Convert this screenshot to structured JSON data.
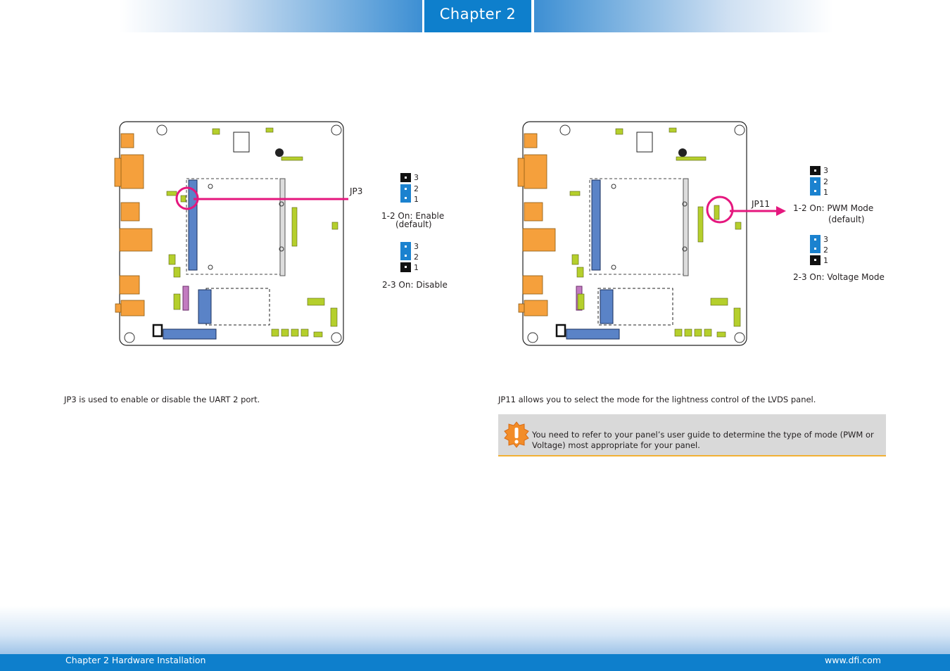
{
  "header": {
    "chapter": "Chapter 2"
  },
  "left_figure": {
    "jumper_name": "JP3",
    "pins": [
      "3",
      "2",
      "1"
    ],
    "option1": "1-2 On: Enable",
    "option1_note": "(default)",
    "option2": "2-3 On: Disable"
  },
  "right_figure": {
    "jumper_name": "JP11",
    "pins": [
      "3",
      "2",
      "1"
    ],
    "option1": "1-2 On: PWM Mode",
    "option1_note": "(default)",
    "option2": "2-3 On: Voltage Mode"
  },
  "left_text": "JP3 is used to enable or disable the UART 2 port.",
  "right_text": "JP11 allows you to select the mode for the lightness control of the LVDS panel.",
  "note": {
    "icon": "warning-icon",
    "text": "You need to refer to your panel’s user guide to determine the type of mode (PWM or Voltage) most appropriate for your panel."
  },
  "footer": {
    "left": "Chapter 2 Hardware Installation",
    "right": "www.dfi.com"
  },
  "colors": {
    "accent": "#0e7fcc",
    "pointer": "#e5177e",
    "connector": "#f5a03c",
    "header_pins": "#b5cf2c"
  }
}
